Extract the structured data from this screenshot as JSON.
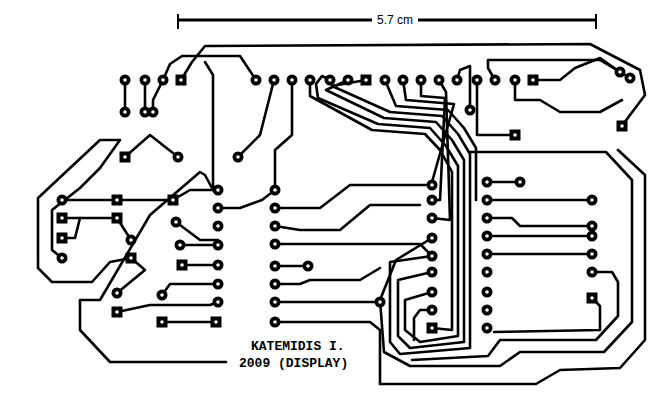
{
  "diagram": {
    "labels": [
      "5.7 cm",
      "KATEMIDIS I.",
      "2009 (DISPLAY)"
    ]
  }
}
